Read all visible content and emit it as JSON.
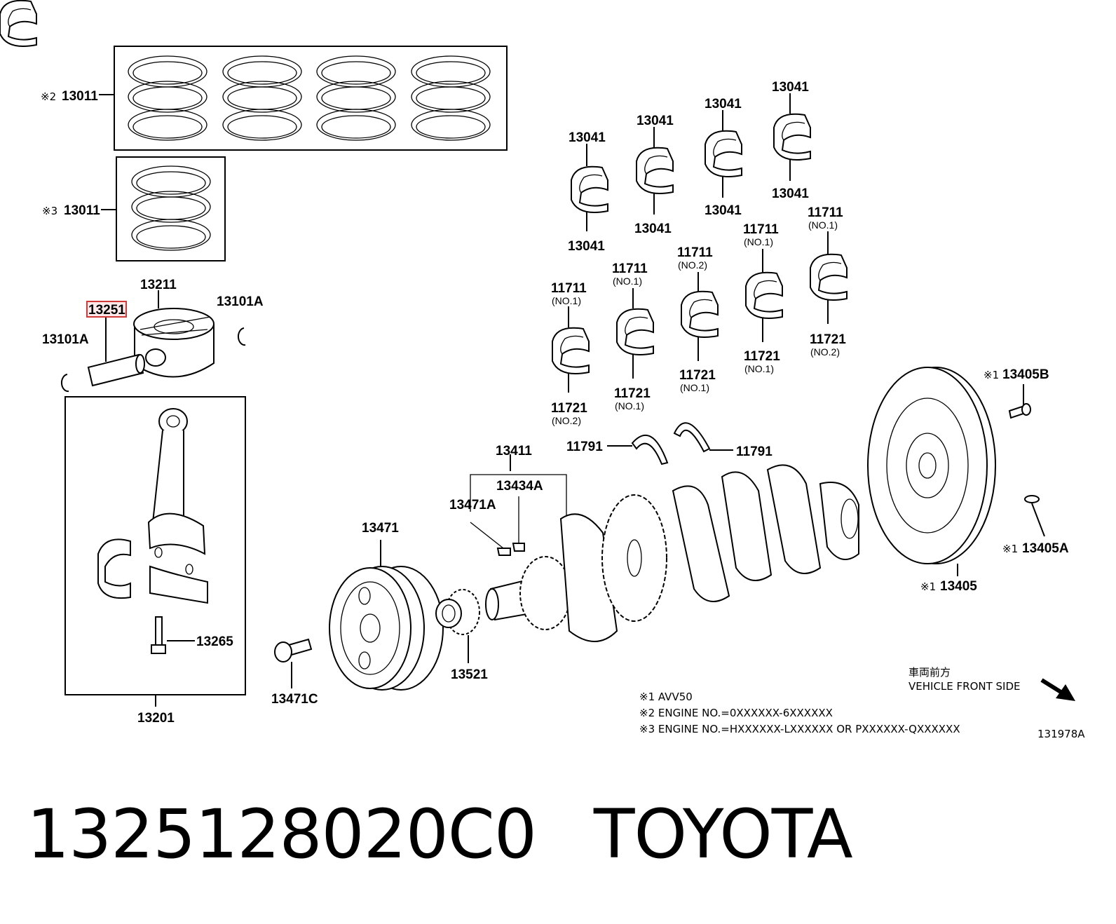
{
  "diagram": {
    "labels": {
      "rings_std_num": "13011",
      "rings_std_mark": "※2",
      "rings_alt_num": "13011",
      "rings_alt_mark": "※3",
      "piston": "13211",
      "pin": "13251",
      "snap_ring_right": "13101A",
      "snap_ring_left": "13101A",
      "rod_bolt": "13265",
      "rod_assy": "13201",
      "pulley": "13471",
      "pulley_bolt": "13471C",
      "crank_sprocket": "13521",
      "crank_assy": "13411",
      "key_a": "13434A",
      "key_b": "13471A",
      "rod_bearing_1": "13041",
      "rod_bearing_2": "13041",
      "rod_bearing_3": "13041",
      "rod_bearing_4": "13041",
      "rod_bearing_5": "13041",
      "rod_bearing_6": "13041",
      "rod_bearing_7": "13041",
      "rod_bearing_8": "13041",
      "main_upper_1": "11711",
      "main_upper_1_sub": "(NO.1)",
      "main_upper_2": "11711",
      "main_upper_2_sub": "(NO.1)",
      "main_upper_3": "11711",
      "main_upper_3_sub": "(NO.2)",
      "main_upper_4": "11711",
      "main_upper_4_sub": "(NO.1)",
      "main_upper_5": "11711",
      "main_upper_5_sub": "(NO.1)",
      "main_lower_1": "11721",
      "main_lower_1_sub": "(NO.2)",
      "main_lower_2": "11721",
      "main_lower_2_sub": "(NO.1)",
      "main_lower_3": "11721",
      "main_lower_3_sub": "(NO.1)",
      "main_lower_4": "11721",
      "main_lower_4_sub": "(NO.1)",
      "main_lower_5": "11721",
      "main_lower_5_sub": "(NO.2)",
      "thrust_left": "11791",
      "thrust_right": "11791",
      "flywheel_bolt": "13405B",
      "flywheel_bolt_mark": "※1",
      "flywheel_pin": "13405A",
      "flywheel_pin_mark": "※1",
      "flywheel": "13405",
      "flywheel_mark": "※1"
    },
    "front_side_jp": "車両前方",
    "front_side_en": "VEHICLE FRONT SIDE",
    "notes": [
      "※1 AVV50",
      "※2 ENGINE NO.=0XXXXXX-6XXXXXX",
      "※3 ENGINE NO.=HXXXXXX-LXXXXXX OR PXXXXXX-QXXXXXX"
    ],
    "figure_id": "131978A",
    "highlight_color": "#d23a3a"
  },
  "caption": {
    "part_number": "1325128020C0",
    "brand": "TOYOTA"
  }
}
